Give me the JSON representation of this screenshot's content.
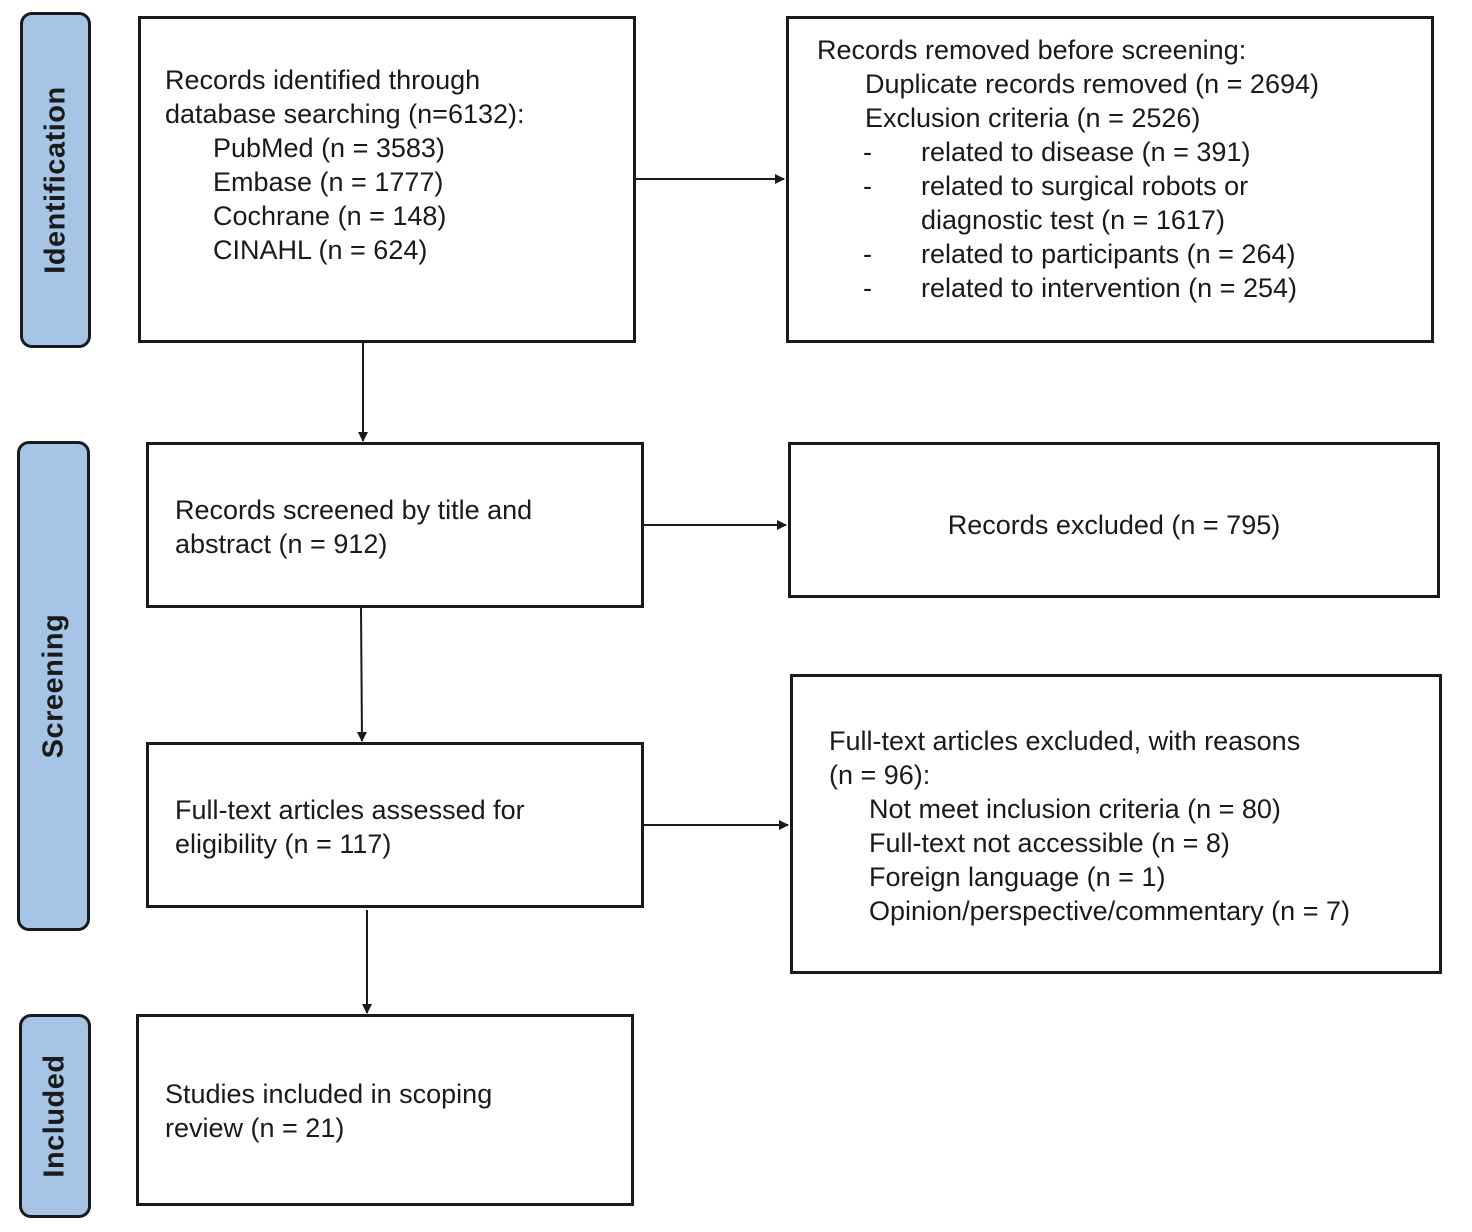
{
  "phases": {
    "identification": "Identification",
    "screening": "Screening",
    "included": "Included"
  },
  "identified": {
    "heading_line1": "Records identified through",
    "heading_line2": "database searching (n=6132):",
    "sources": [
      "PubMed (n = 3583)",
      "Embase (n = 1777)",
      "Cochrane (n = 148)",
      "CINAHL (n = 624)"
    ]
  },
  "removed": {
    "heading": "Records removed before screening:",
    "duplicates": "Duplicate records removed (n = 2694)",
    "exclusion": "Exclusion criteria (n = 2526)",
    "dash": "-",
    "criteria": [
      "related to disease (n = 391)",
      "related to surgical robots or",
      "diagnostic test (n = 1617)",
      "related to participants (n = 264)",
      "related to intervention (n = 254)"
    ]
  },
  "screened": {
    "line1": "Records screened by title and",
    "line2": "abstract (n = 912)"
  },
  "excluded": {
    "text": "Records excluded (n = 795)"
  },
  "fulltext": {
    "line1": "Full-text articles assessed for",
    "line2": "eligibility (n = 117)"
  },
  "fulltext_excluded": {
    "heading_line1": "Full-text articles excluded, with reasons",
    "heading_line2": "(n = 96):",
    "reasons": [
      "Not meet inclusion criteria (n = 80)",
      "Full-text not accessible (n = 8)",
      "Foreign language (n = 1)",
      "Opinion/perspective/commentary (n = 7)"
    ]
  },
  "included": {
    "line1": "Studies included in scoping",
    "line2": "review (n = 21)"
  }
}
